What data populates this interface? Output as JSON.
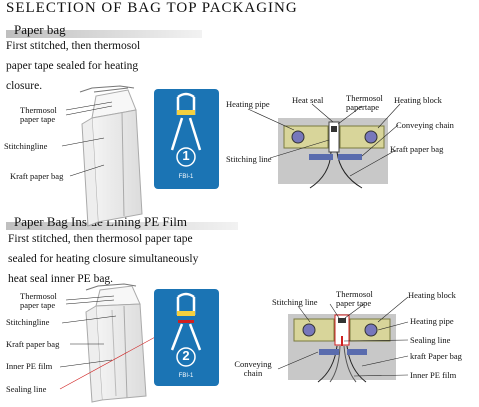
{
  "title": "SELECTION OF BAG TOP PACKAGING",
  "section1": {
    "heading": "Paper bag",
    "lines": [
      "First stitched, then thermosol",
      "paper tape sealed for heating",
      "closure."
    ],
    "bag_labels": {
      "thermosol": "Thermosol paper tape",
      "stitching": "Stitchingline",
      "kraft": "Kraft paper bag"
    },
    "panel": {
      "number": "1",
      "code": "FBI-1"
    },
    "cross_labels": {
      "heating_pipe": "Heating pipe",
      "heat_seal": "Heat seal",
      "thermosol": "Thermosol papertape",
      "heating_block": "Heating block",
      "conveying": "Conveying chain",
      "stitching": "Stitching line",
      "kraft": "Kraft paper bag"
    }
  },
  "section2": {
    "heading": "Paper Bag Inside Lining PE Film",
    "lines": [
      "First stitched, then thermosol paper tape",
      "sealed for heating closure  simultaneously",
      "heat  seal inner PE bag."
    ],
    "bag_labels": {
      "thermosol": "Thermosol paper tape",
      "stitching": "Stitchingline",
      "kraft": "Kraft paper bag",
      "pe": "Inner PE film",
      "sealing": "Sealing line"
    },
    "panel": {
      "number": "2",
      "code": "FBI-1"
    },
    "cross_labels": {
      "stitching": "Stitching  line",
      "thermosol": "Thermosol paper tape",
      "heating_block": "Heating block",
      "heating_pipe": "Heating pipe",
      "sealing": "Sealing line",
      "conveying": "Conveying chain",
      "kraft": "kraft  Paper bag",
      "pe": "Inner PE film"
    }
  },
  "colors": {
    "panel_blue": "#1b74b4",
    "heating_block": "#d8d59a",
    "heating_pipe": "#7777bb",
    "chain": "#5a6cae",
    "gray_box": "#c8c8c8",
    "seal_red": "#d02020"
  }
}
